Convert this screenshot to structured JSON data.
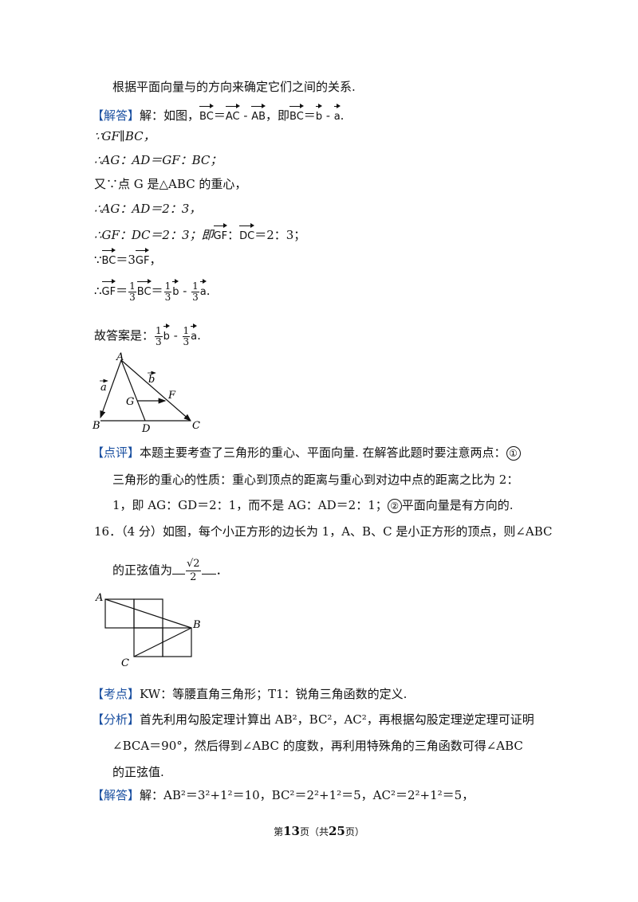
{
  "intro": "根据平面向量与的方向来确定它们之间的关系.",
  "tags": {
    "answer": "【解答】",
    "comment": "【点评】",
    "kaodian": "【考点】",
    "analysis": "【分析】"
  },
  "q15": {
    "solution_lead": "解：如图，",
    "vec_BC": "BC",
    "vec_AC": "AC",
    "vec_AB": "AB",
    "vec_b": "b",
    "vec_a": "a",
    "vec_GF": "GF",
    "vec_DC": "DC",
    "because_1": "∵GF∥BC，",
    "therefore_1": "∴AG：AD＝GF：BC；",
    "centroid": "又∵点 G 是△ABC 的重心，",
    "therefore_2": "∴AG：AD＝2：3，",
    "therefore_3": "∴GF：DC＝2：3；即",
    "ratio_23": "＝2：3；",
    "answer_is": "故答案是：",
    "one": "1",
    "three": "3",
    "figure_labels": {
      "A": "A",
      "B": "B",
      "C": "C",
      "D": "D",
      "G": "G",
      "F": "F",
      "a": "a",
      "b": "b"
    },
    "comment_1": "本题主要考查了三角形的重心、平面向量. 在解答此题时要注意两点：",
    "circ_1": "①",
    "comment_2": "三角形的重心的性质：重心到顶点的距离与重心到对边中点的距离之比为 2：",
    "comment_3a": "1，即 AG：GD＝2：1，而不是 AG：AD＝2：1；",
    "circ_2": "②",
    "comment_3b": "平面向量是有方向的."
  },
  "q16": {
    "stem_1": "16．（4 分）如图，每个小正方形的边长为 1，A、B、C 是小正方形的顶点，则∠ABC",
    "stem_2": "的正弦值为",
    "answer_sqrt": "√2",
    "answer_den": "2",
    "stem_end": "．",
    "figure_labels": {
      "A": "A",
      "B": "B",
      "C": "C"
    },
    "kaodian": "KW：等腰直角三角形；T1：锐角三角函数的定义.",
    "analysis_1": "首先利用勾股定理计算出 AB²，BC²，AC²，再根据勾股定理逆定理可证明",
    "analysis_2": "∠BCA＝90°，然后得到∠ABC 的度数，再利用特殊角的三角函数可得∠ABC",
    "analysis_3": "的正弦值.",
    "solution": "解：AB²＝3²+1²＝10，BC²＝2²+1²＝5，AC²＝2²+1²＝5，"
  },
  "footer": {
    "pre": "第",
    "page": "13",
    "mid": "页（共",
    "total": "25",
    "post": "页）"
  }
}
